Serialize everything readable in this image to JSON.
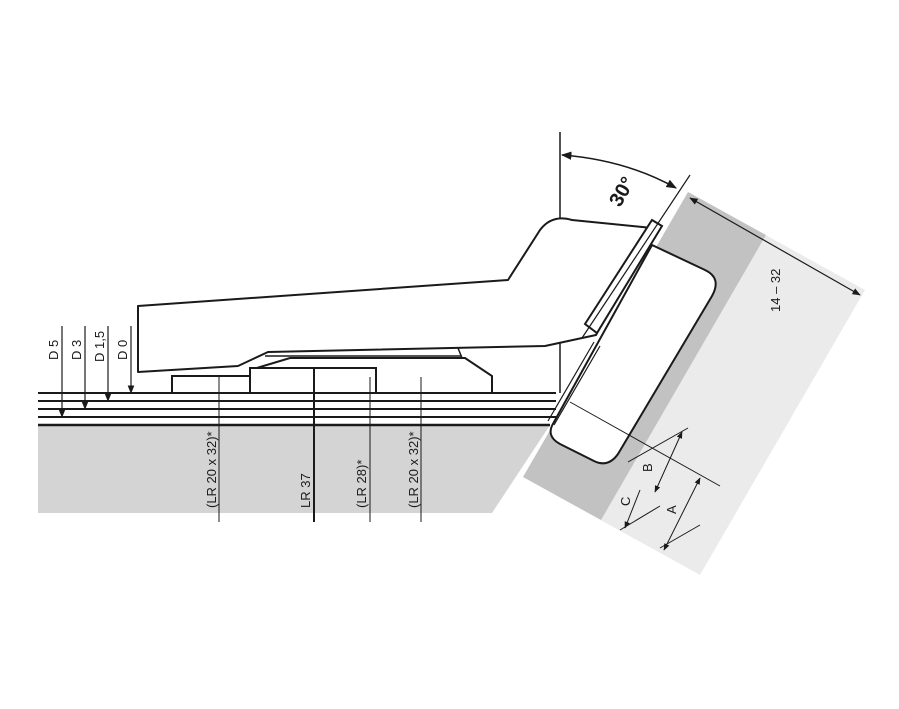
{
  "angle_label": "30°",
  "overlay_range": "14 – 32",
  "distances": {
    "d5": "D 5",
    "d3": "D 3",
    "d1_5": "D 1,5",
    "d0": "D 0"
  },
  "hole_patterns": {
    "lr20x32_left": "(LR 20 x 32)*",
    "lr37": "LR 37",
    "lr28": "(LR 28)*",
    "lr20x32_right": "(LR 20 x 32)*"
  },
  "dims": {
    "a": "A",
    "b": "B",
    "c": "C"
  },
  "colors": {
    "line": "#1a1a1a",
    "cabinet_fill": "#d4d4d4",
    "door_fill": "#ebebeb",
    "door_edge_fill": "#c2c2c2"
  }
}
